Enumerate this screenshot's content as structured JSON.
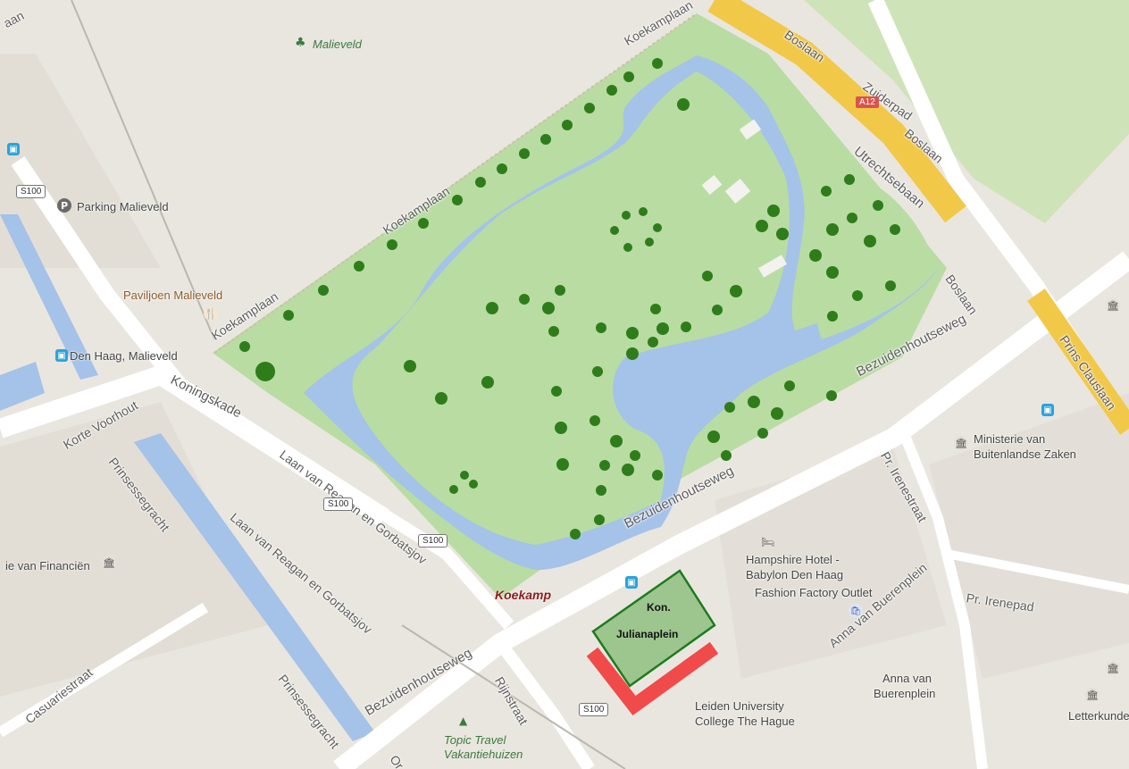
{
  "map": {
    "places": {
      "malieveld": "Malieveld",
      "parking": "Parking Malieveld",
      "paviljoen": "Paviljoen Malieveld",
      "den_haag_malieveld": "Den Haag, Malieveld",
      "koekamp": "Koekamp",
      "kon": "Kon.",
      "julianaplein": "Julianaplein",
      "hampshire_1": "Hampshire Hotel -",
      "hampshire_2": "Babylon Den Haag",
      "fashion": "Fashion Factory Outlet",
      "ministerie_1": "Ministerie van",
      "ministerie_2": "Buitenlandse Zaken",
      "financien": "ie van Financiën",
      "anna_plein_1": "Anna van",
      "anna_plein_2": "Buerenplein",
      "leiden_1": "Leiden University",
      "leiden_2": "College The Hague",
      "topic_1": "Topic Travel",
      "topic_2": "Vakantiehuizen",
      "letterkunde": "Letterkunde"
    },
    "roads": {
      "koekamplaan_1": "Koekamplaan",
      "koekamplaan_2": "Koekamplaan",
      "koekamplaan_3": "Koekamplaan",
      "boslaan_1": "Boslaan",
      "boslaan_2": "Boslaan",
      "boslaan_3": "Boslaan",
      "zuiderpad": "Zuiderpad",
      "utrechtsebaan": "Utrechtsebaan",
      "koningskade": "Koningskade",
      "korte_voorhout": "Korte Voorhout",
      "prinsessegracht_1": "Prinsessegracht",
      "prinsessegracht_2": "Prinsessegracht",
      "laan_reagan_1": "Laan van Reagan en Gorbatsjov",
      "laan_reagan_2": "Laan van Reagan en Gorbatsjov",
      "bezuidenhoutseweg_1": "Bezuidenhoutseweg",
      "bezuidenhoutseweg_2": "Bezuidenhoutseweg",
      "bezuidenhoutseweg_3": "Bezuidenhoutseweg",
      "pr_irenestraat": "Pr. Irenestraat",
      "pr_irenepad": "Pr. Irenepad",
      "anna_van_buerenplein": "Anna van Buerenplein",
      "rijnstraat": "Rijnstraat",
      "casuariestraat": "Casuariestraat",
      "prins_clauslaan": "Prins Clauslaan",
      "aan": "aan",
      "or": "Or"
    },
    "shields": {
      "s100": "S100",
      "a12": "A12"
    },
    "icons": {
      "parking": "P",
      "bus": "▣",
      "museum": "🏛",
      "restaurant": "🍴",
      "park": "♣",
      "hotel": "🛏",
      "shopping": "🛍",
      "camp": "▲"
    },
    "colors": {
      "park": "#b7dba0",
      "water": "#a5c2e8",
      "tree": "#2e7d1a",
      "highway": "#f2c849",
      "ground": "#e9e6df",
      "highlight_fill": "#8fbf80",
      "highlight_border": "#1e7a1e",
      "marker_red": "#f04a4a"
    }
  }
}
